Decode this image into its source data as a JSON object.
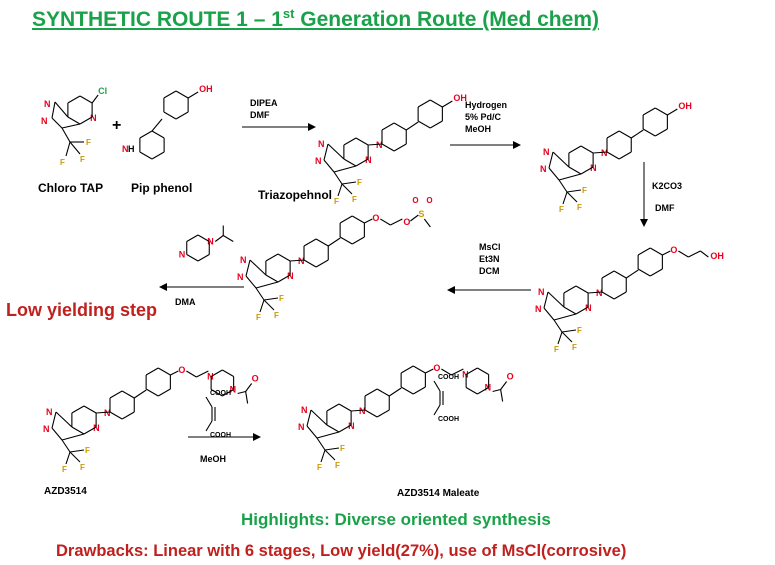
{
  "title": {
    "main": "SYNTHETIC ROUTE 1 – 1",
    "sup": "st",
    "rest": " Generation Route (Med chem)"
  },
  "compounds": {
    "chloro_tap": "Chloro TAP",
    "pip_phenol": "Pip phenol",
    "triazophenol": "Triazopehnol",
    "azd3514": "AZD3514",
    "azd3514_maleate": "AZD3514 Maleate"
  },
  "plus_sign": "+",
  "conditions": {
    "step1": [
      "DIPEA",
      "DMF"
    ],
    "step2": [
      "Hydrogen",
      "5% Pd/C",
      "MeOH"
    ],
    "step3": [
      "K2CO3",
      "DMF"
    ],
    "step4": [
      "MsCl",
      "Et3N",
      "DCM"
    ],
    "step5": [
      "DMA"
    ],
    "step6": [
      "MeOH"
    ]
  },
  "atoms": {
    "cl": "Cl",
    "oh": "OH",
    "h": "H",
    "n": "N",
    "o": "O",
    "f": "F",
    "s": "S",
    "cooh": "COOH"
  },
  "notes": {
    "low_yield": "Low yielding step",
    "highlights": "Highlights: Diverse oriented synthesis",
    "drawbacks": "Drawbacks: Linear with 6 stages, Low yield(27%), use of MsCl(corrosive)"
  },
  "colors": {
    "title": "#1aa24a",
    "highlight": "#1aa24a",
    "warning": "#c0201e",
    "heteroatom": "#e8001c"
  }
}
